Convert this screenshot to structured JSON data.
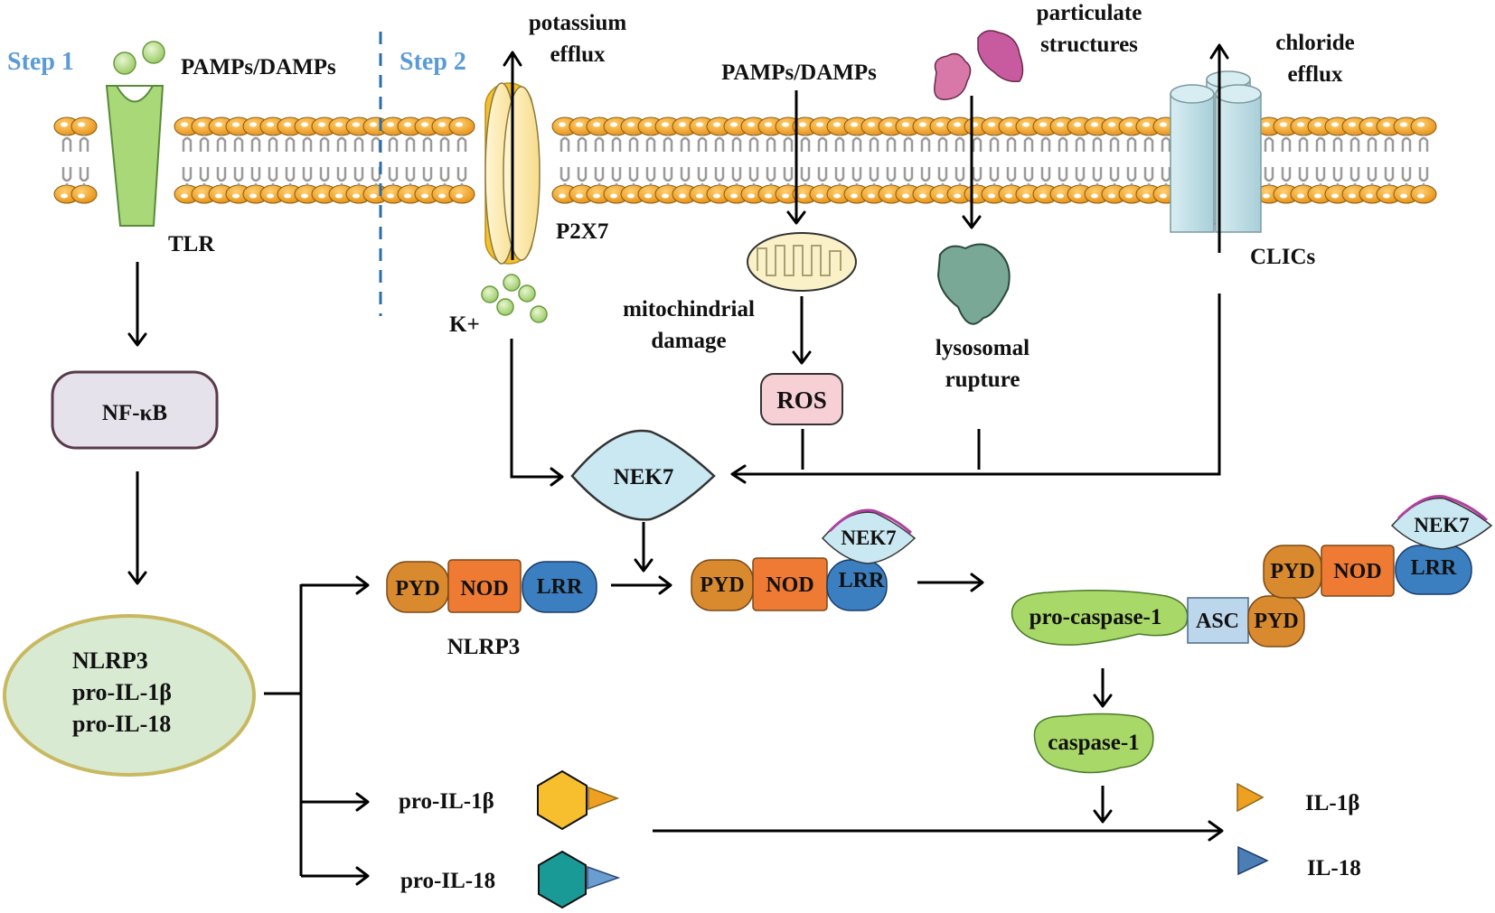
{
  "figure": {
    "step1": "Step 1",
    "step2": "Step 2",
    "membrane": {
      "head_color": "#f0a01e",
      "tail_color": "#9a9a9a"
    },
    "colors": {
      "step_text": "#5b9bd5",
      "tlr": "#a8d878",
      "p2x7": "#fbe9a8",
      "clics": "#c6e3ea",
      "nfkb": "#e6e2ec",
      "nlrp3_ellipse": "#d9ead3",
      "ros": "#f7d0d6",
      "nek7": "#c9e8f2",
      "pyd": "#d98a2e",
      "nod": "#ee7a33",
      "lrr": "#3b7fc0",
      "asc": "#bcd6ec",
      "caspase": "#a8d868",
      "il1b": "#f0a020",
      "il18": "#4a7eb5",
      "pro_il18_hex": "#1a9a96",
      "pro_il1b_hex": "#f7be2e",
      "particles": "#c85aa0",
      "lysosome": "#6a9a88"
    },
    "labels": {
      "pamps_damps_1": "PAMPs/DAMPs",
      "tlr": "TLR",
      "potassium_efflux_1": "potassium",
      "potassium_efflux_2": "efflux",
      "p2x7": "P2X7",
      "k_plus": "K+",
      "pamps_damps_2": "PAMPs/DAMPs",
      "mito_1": "mitochindrial",
      "mito_2": "damage",
      "ros": "ROS",
      "particulate_1": "particulate",
      "particulate_2": "structures",
      "lysosomal_1": "lysosomal",
      "lysosomal_2": "rupture",
      "chloride_1": "chloride",
      "chloride_2": "efflux",
      "clics": "CLICs",
      "nfkb": "NF-κB",
      "ellipse_line1": "NLRP3",
      "ellipse_line2": "pro-IL-1β",
      "ellipse_line3": "pro-IL-18",
      "nek7": "NEK7",
      "pyd": "PYD",
      "nod": "NOD",
      "lrr": "LRR",
      "nlrp3": "NLRP3",
      "pro_caspase": "pro-caspase-1",
      "asc": "ASC",
      "caspase": "caspase-1",
      "pro_il1b": "pro-IL-1β",
      "pro_il18": "pro-IL-18",
      "il1b": "IL-1β",
      "il18": "IL-18"
    }
  }
}
